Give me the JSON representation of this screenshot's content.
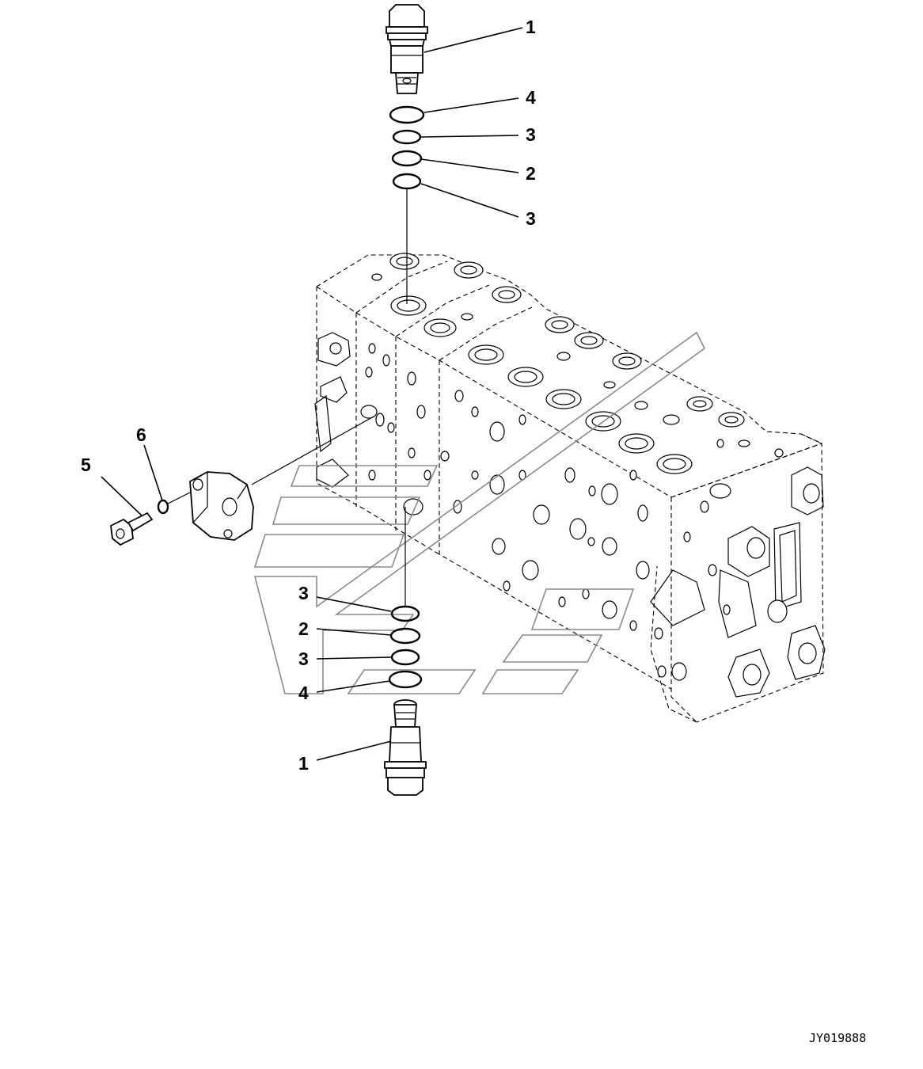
{
  "callouts": [
    {
      "id": "top-relief-valve",
      "label": "1"
    },
    {
      "id": "top-oring-4",
      "label": "4"
    },
    {
      "id": "top-oring-3a",
      "label": "3"
    },
    {
      "id": "top-ring-2",
      "label": "2"
    },
    {
      "id": "top-oring-3b",
      "label": "3"
    },
    {
      "id": "bolt",
      "label": "5"
    },
    {
      "id": "washer",
      "label": "6"
    },
    {
      "id": "bottom-oring-3a",
      "label": "3"
    },
    {
      "id": "bottom-ring-2",
      "label": "2"
    },
    {
      "id": "bottom-oring-3b",
      "label": "3"
    },
    {
      "id": "bottom-oring-4",
      "label": "4"
    },
    {
      "id": "bottom-relief-valve",
      "label": "1"
    }
  ],
  "drawing_code": "JY019888",
  "colors": {
    "line": "#000000",
    "background": "#ffffff"
  }
}
